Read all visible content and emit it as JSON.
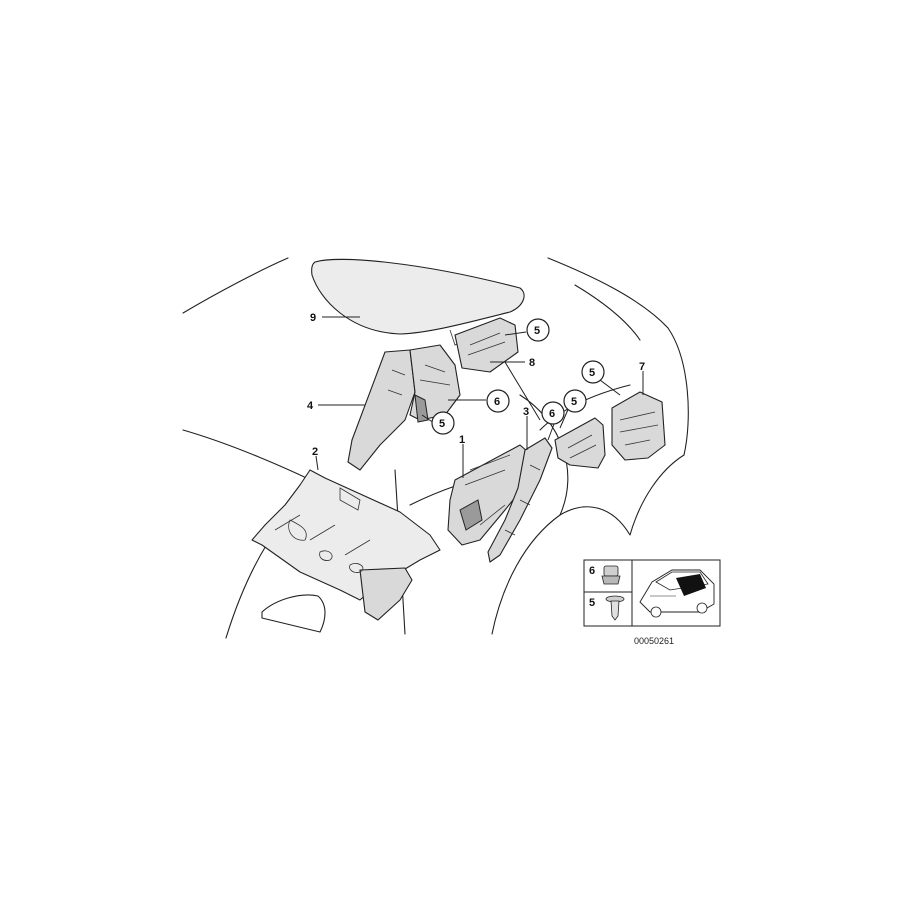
{
  "callouts": [
    {
      "id": "9",
      "label": "9"
    },
    {
      "id": "8",
      "label": "8"
    },
    {
      "id": "4",
      "label": "4"
    },
    {
      "id": "2",
      "label": "2"
    },
    {
      "id": "1",
      "label": "1"
    },
    {
      "id": "3",
      "label": "3"
    },
    {
      "id": "7",
      "label": "7"
    }
  ],
  "circled_callouts": [
    {
      "id": "c5a",
      "label": "5"
    },
    {
      "id": "c6a",
      "label": "6"
    },
    {
      "id": "c5b",
      "label": "5"
    },
    {
      "id": "c5c",
      "label": "5"
    },
    {
      "id": "c6b",
      "label": "6"
    },
    {
      "id": "c5d",
      "label": "5"
    }
  ],
  "legend": {
    "item_6": "6",
    "item_5": "5"
  },
  "drawing_number": "00050261"
}
